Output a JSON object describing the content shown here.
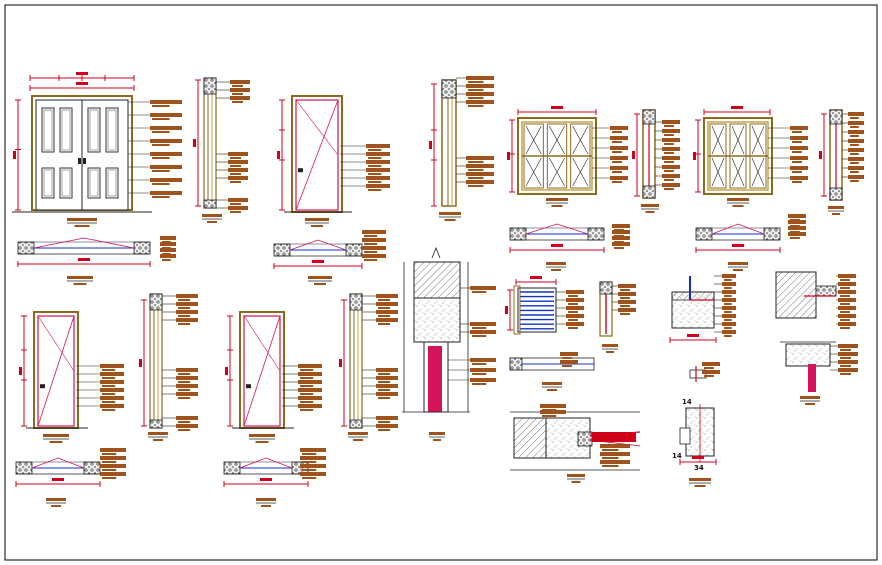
{
  "drawing": {
    "colors": {
      "frame": "#000000",
      "wood": "#8a6a1f",
      "wood_light": "#c8a24a",
      "dimension": "#d0001c",
      "label_block": "#a0521d",
      "glass_pane": "#e0e0e0",
      "diagonal": "#d4145a",
      "hatch": "#555555",
      "concrete_fill": "#ffffff",
      "accent_blue": "#1030c8"
    },
    "sections": [
      {
        "name": "double-door"
      },
      {
        "name": "door-jamb-section-a"
      },
      {
        "name": "single-door-a"
      },
      {
        "name": "door-jamb-section-b"
      },
      {
        "name": "window-a"
      },
      {
        "name": "window-jamb-a"
      },
      {
        "name": "window-b"
      },
      {
        "name": "window-jamb-b"
      },
      {
        "name": "single-door-b"
      },
      {
        "name": "door-jamb-section-c"
      },
      {
        "name": "single-door-c"
      },
      {
        "name": "door-jamb-section-d"
      },
      {
        "name": "wall-section"
      },
      {
        "name": "louver-detail"
      },
      {
        "name": "detail-blocks"
      }
    ],
    "visible_text": {
      "dim_small_a": "14",
      "dim_small_b": "34",
      "dim_small_c": "14"
    }
  }
}
